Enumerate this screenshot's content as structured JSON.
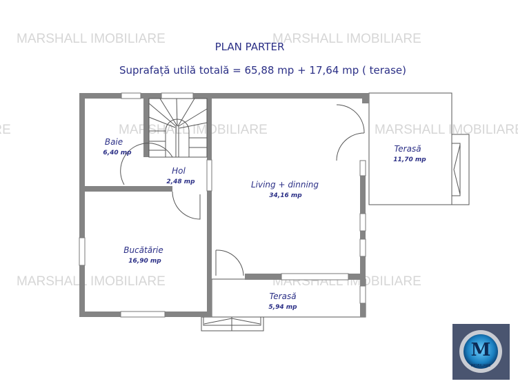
{
  "header": {
    "title": "PLAN PARTER",
    "subtitle": "Suprafață utilă totală = 65,88 mp + 17,64 mp ( terase)"
  },
  "watermark": "MARSHALL IMOBILIARE",
  "rooms": [
    {
      "name": "Baie",
      "area": "6,40 mp"
    },
    {
      "name": "Hol",
      "area": "2,48 mp"
    },
    {
      "name": "Living + dinning",
      "area": "34,16 mp"
    },
    {
      "name": "Terasă",
      "area": "11,70 mp"
    },
    {
      "name": "Bucătărie",
      "area": "16,90 mp"
    },
    {
      "name": "Terasă",
      "area": "5,94 mp"
    }
  ],
  "logo": {
    "letter": "M",
    "text": "IMOBILIARE"
  },
  "colors": {
    "text": "#2b2f86",
    "wall": "#848484",
    "logo_bg": "#4a5570"
  }
}
